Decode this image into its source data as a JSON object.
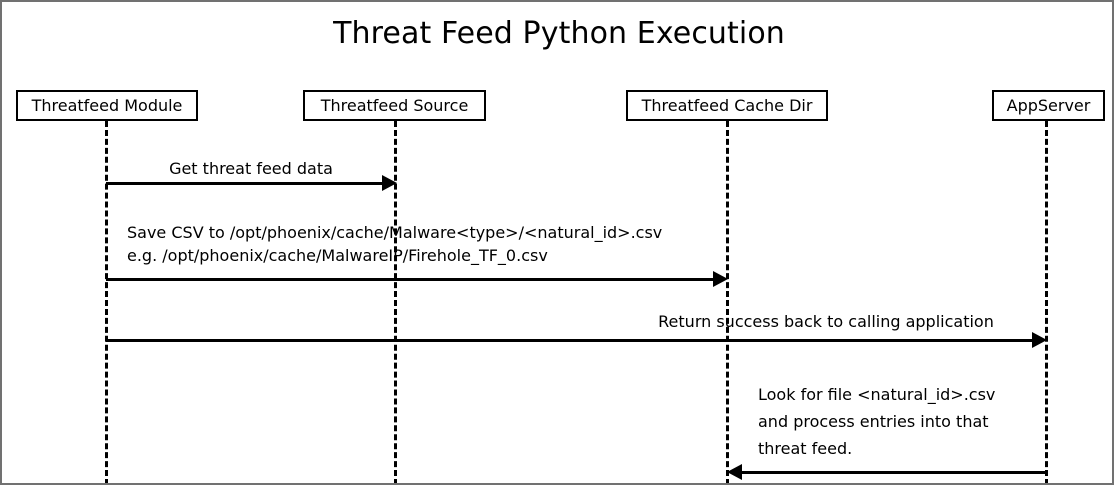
{
  "diagram": {
    "title": "Threat Feed Python Execution",
    "type": "sequence-diagram",
    "colors": {
      "border": "#717171",
      "stroke": "#000000",
      "background": "#ffffff"
    },
    "participants": [
      {
        "id": "threatfeed-module",
        "label": "Threatfeed Module"
      },
      {
        "id": "threatfeed-source",
        "label": "Threatfeed Source"
      },
      {
        "id": "threatfeed-cache-dir",
        "label": "Threatfeed Cache Dir"
      },
      {
        "id": "appserver",
        "label": "AppServer"
      }
    ],
    "messages": [
      {
        "id": "msg-1",
        "from": "threatfeed-module",
        "to": "threatfeed-source",
        "direction": "right",
        "label": "Get threat feed data"
      },
      {
        "id": "msg-2",
        "from": "threatfeed-module",
        "to": "threatfeed-cache-dir",
        "direction": "right",
        "label_line_1": "Save CSV to /opt/phoenix/cache/Malware<type>/<natural_id>.csv",
        "label_line_2": "e.g. /opt/phoenix/cache/MalwareIP/Firehole_TF_0.csv"
      },
      {
        "id": "msg-3",
        "from": "threatfeed-module",
        "to": "appserver",
        "direction": "right",
        "label": "Return success back to calling application"
      },
      {
        "id": "msg-4",
        "from": "appserver",
        "to": "threatfeed-cache-dir",
        "direction": "left",
        "label_line_1": "Look for file <natural_id>.csv",
        "label_line_2": "and process entries into that",
        "label_line_3": "threat feed."
      }
    ]
  }
}
